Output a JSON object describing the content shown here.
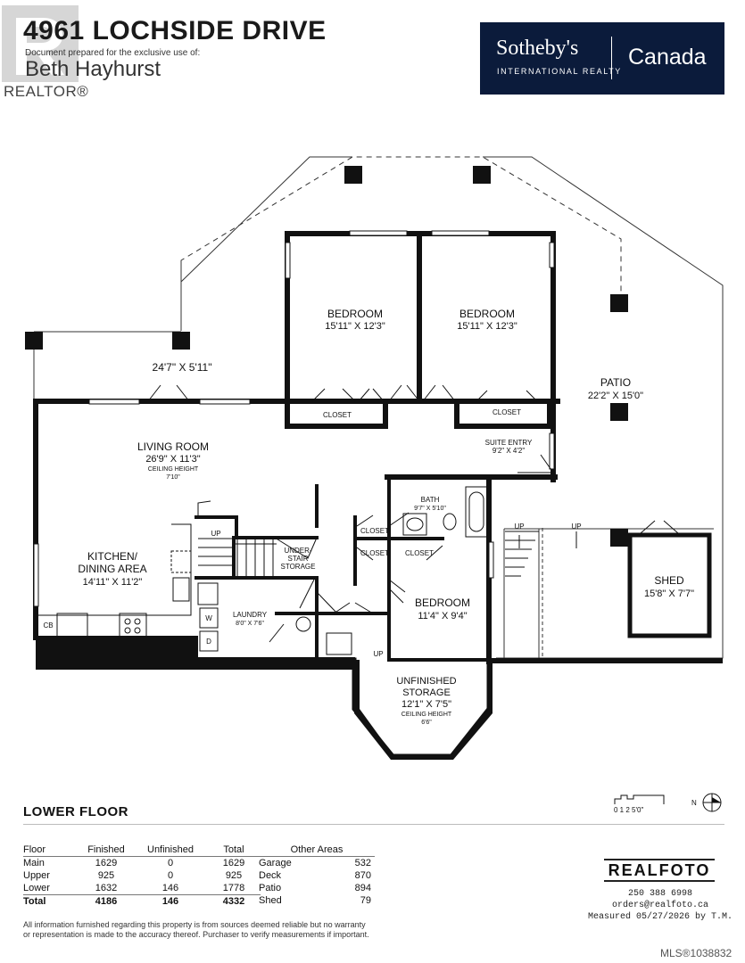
{
  "header": {
    "address": "4961 LOCHSIDE DRIVE",
    "prepared_note": "Document prepared for the exclusive use of:",
    "agent_name": "Beth Hayhurst",
    "realtor_mark": "REALTOR®"
  },
  "brand": {
    "name": "Sotheby's",
    "subtitle": "INTERNATIONAL REALTY",
    "country": "Canada",
    "bg_color": "#0b1b3b"
  },
  "floorplan": {
    "floor_label": "LOWER FLOOR",
    "rooms": {
      "bedroom1": {
        "name": "BEDROOM",
        "dims": "15'11\" X 12'3\""
      },
      "bedroom2": {
        "name": "BEDROOM",
        "dims": "15'11\" X 12'3\""
      },
      "closet1": "CLOSET",
      "closet2": "CLOSET",
      "deck_dims": "24'7\" X 5'11\"",
      "patio": {
        "name": "PATIO",
        "dims": "22'2\" X 15'0\""
      },
      "living": {
        "name": "LIVING ROOM",
        "dims": "26'9\" X 11'3\"",
        "ceiling": "CEILING HEIGHT",
        "ceiling_value": "7'10\""
      },
      "suite_entry": {
        "name": "SUITE ENTRY",
        "dims": "9'2\" X 4'2\""
      },
      "bath": {
        "name": "BATH",
        "dims": "9'7\" X 5'10\""
      },
      "closet3": "CLOSET",
      "closet4": "CLOSET",
      "closet5": "CLOSET",
      "kitchen": {
        "name1": "KITCHEN/",
        "name2": "DINING AREA",
        "dims": "14'11\" X 11'2\""
      },
      "understair": {
        "l1": "UNDER-",
        "l2": "STAIR",
        "l3": "STORAGE"
      },
      "up1": "UP",
      "up2": "UP",
      "up3": "UP",
      "up4": "UP",
      "laundry": {
        "name": "LAUNDRY",
        "dims": "8'0\" X 7'6\""
      },
      "washer": "W",
      "dryer": "D",
      "cb": "CB",
      "bedroom3": {
        "name": "BEDROOM",
        "dims": "11'4\" X 9'4\""
      },
      "shed": {
        "name": "SHED",
        "dims": "15'8\" X 7'7\""
      },
      "storage": {
        "name1": "UNFINISHED",
        "name2": "STORAGE",
        "dims": "12'1\" X 7'5\"",
        "ceiling": "CEILING HEIGHT",
        "ceiling_value": "6'6\""
      }
    },
    "scale_label": "0 1 2       5'0\"",
    "north": "N"
  },
  "area_table": {
    "headers": [
      "Floor",
      "Finished",
      "Unfinished",
      "Total"
    ],
    "rows": [
      [
        "Main",
        "1629",
        "0",
        "1629"
      ],
      [
        "Upper",
        "925",
        "0",
        "925"
      ],
      [
        "Lower",
        "1632",
        "146",
        "1778"
      ]
    ],
    "total": [
      "Total",
      "4186",
      "146",
      "4332"
    ]
  },
  "other_areas": {
    "header": "Other Areas",
    "rows": [
      [
        "Garage",
        "532"
      ],
      [
        "Deck",
        "870"
      ],
      [
        "Patio",
        "894"
      ],
      [
        "Shed",
        "79"
      ]
    ]
  },
  "disclaimer": "All information furnished regarding this property is from sources deemed reliable but no warranty or representation is made to the accuracy thereof. Purchaser to verify measurements if important.",
  "realfoto": {
    "logo": "REALFOTO",
    "phone": "250 388 6998",
    "email": "orders@realfoto.ca",
    "measured": "Measured 05/27/2026 by T.M."
  },
  "mls": "MLS®1038832"
}
